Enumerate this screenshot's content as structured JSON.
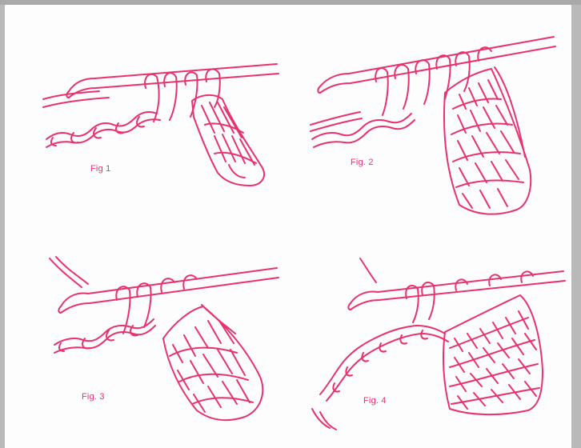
{
  "colors": {
    "ink": "#e8326f",
    "paper": "#fdfdfd",
    "frame": "#b9b9b9"
  },
  "figures": [
    {
      "label": "Fig 1"
    },
    {
      "label": "Fig. 2"
    },
    {
      "label": "Fig. 3"
    },
    {
      "label": "Fig. 4"
    }
  ]
}
